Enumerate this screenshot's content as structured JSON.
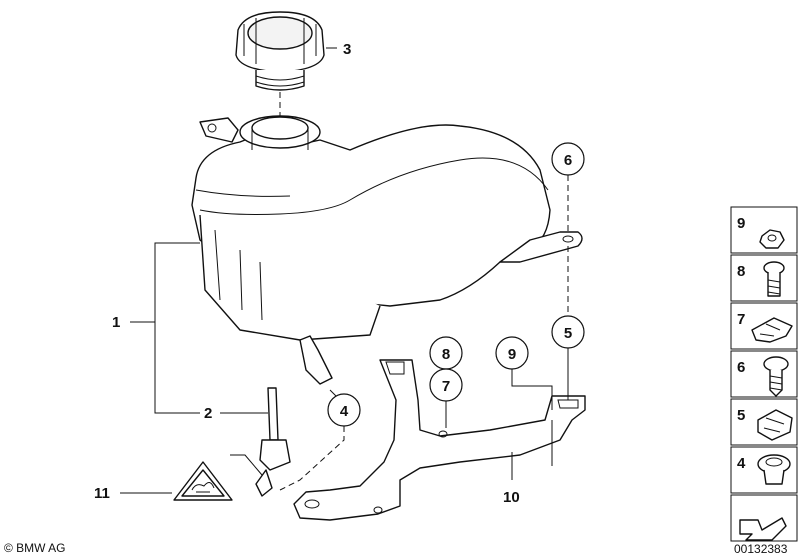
{
  "diagram": {
    "callouts": {
      "c3": "3",
      "c1": "1",
      "c2": "2",
      "c11": "11",
      "c4": "4",
      "c8": "8",
      "c7": "7",
      "c9": "9",
      "c6": "6",
      "c5": "5",
      "c10": "10"
    },
    "side_panel": [
      "9",
      "8",
      "7",
      "6",
      "5",
      "4"
    ],
    "brand": "© BMW AG",
    "drawing_number": "00132383"
  }
}
